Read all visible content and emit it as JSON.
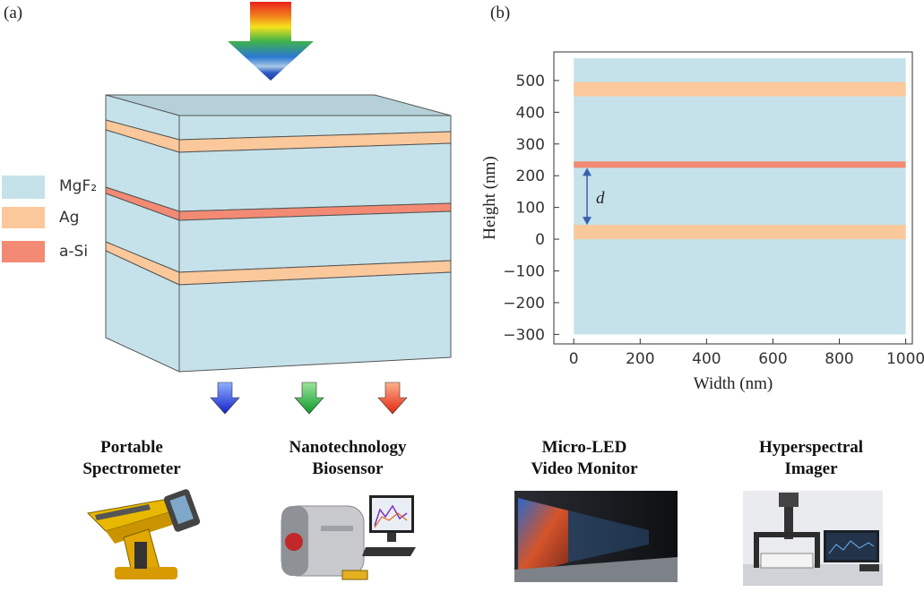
{
  "panel_a": {
    "label": "(a)",
    "legend": [
      {
        "name": "MgF₂",
        "color": "#c5e2ea"
      },
      {
        "name": "Ag",
        "color": "#fbc89c"
      },
      {
        "name": "a-Si",
        "color": "#f38a74"
      }
    ],
    "output_arrow_colors": [
      "#1f3fd6",
      "#1fa83a",
      "#e8321a"
    ]
  },
  "panel_b": {
    "label": "(b)",
    "annotation": "d"
  },
  "chart_data": {
    "type": "area",
    "xlabel": "Width (nm)",
    "ylabel": "Height (nm)",
    "xlim": [
      -60,
      1020
    ],
    "ylim": [
      -330,
      590
    ],
    "xticks": [
      0,
      200,
      400,
      600,
      800,
      1000
    ],
    "yticks": [
      -300,
      -200,
      -100,
      0,
      100,
      200,
      300,
      400,
      500
    ],
    "grid": false,
    "regions": [
      {
        "material": "MgF₂",
        "x": [
          0,
          1000
        ],
        "y": [
          -300,
          570
        ],
        "color": "#c5e2ea"
      },
      {
        "material": "Ag",
        "x": [
          0,
          1000
        ],
        "y": [
          450,
          495
        ],
        "color": "#fbc89c"
      },
      {
        "material": "a-Si",
        "x": [
          0,
          1000
        ],
        "y": [
          225,
          245
        ],
        "color": "#f38a74"
      },
      {
        "material": "Ag",
        "x": [
          0,
          1000
        ],
        "y": [
          0,
          45
        ],
        "color": "#fbc89c"
      }
    ],
    "d_marker": {
      "x": 40,
      "y": [
        45,
        225
      ]
    }
  },
  "applications": [
    {
      "title_line1": "Portable",
      "title_line2": "Spectrometer"
    },
    {
      "title_line1": "Nanotechnology",
      "title_line2": "Biosensor"
    },
    {
      "title_line1": "Micro-LED",
      "title_line2": "Video Monitor"
    },
    {
      "title_line1": "Hyperspectral",
      "title_line2": "Imager"
    }
  ]
}
